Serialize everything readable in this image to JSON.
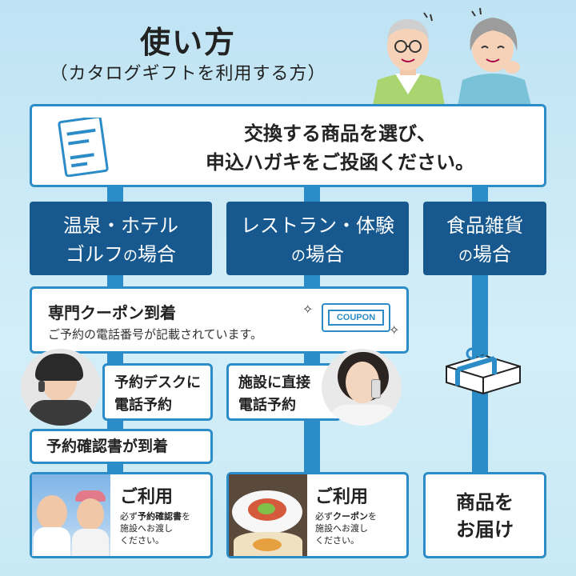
{
  "header": {
    "title": "使い方",
    "subtitle": "（カタログギフトを利用する方）"
  },
  "step1": {
    "line1": "交換する商品を選び、",
    "line2": "申込ハガキをご投函ください。"
  },
  "columns": [
    {
      "line1": "温泉・ホテル",
      "line2a": "ゴルフ",
      "line2b": "の",
      "line2c": "場合"
    },
    {
      "line1": "レストラン・体験",
      "line2a": "",
      "line2b": "の",
      "line2c": "場合"
    },
    {
      "line1": "食品雑貨",
      "line2a": "",
      "line2b": "の",
      "line2c": "場合"
    }
  ],
  "coupon": {
    "title": "専門クーポン到着",
    "subtitle": "ご予約の電話番号が記載されています。",
    "badge": "COUPON"
  },
  "reserve_desk": {
    "line1": "予約デスクに",
    "line2": "電話予約"
  },
  "reserve_facility": {
    "line1": "施設に直接",
    "line2": "電話予約"
  },
  "confirm": {
    "label": "予約確認書が到着"
  },
  "use_hotel": {
    "title": "ご利用",
    "note_pre": "必ず",
    "note_bold": "予約確認書",
    "note_post": "を",
    "note_line2": "施設へお渡し",
    "note_line3": "ください。"
  },
  "use_restaurant": {
    "title": "ご利用",
    "note_pre": "必ず",
    "note_bold": "クーポン",
    "note_post": "を",
    "note_line2": "施設へお渡し",
    "note_line3": "ください。"
  },
  "delivery": {
    "line1": "商品を",
    "line2": "お届け"
  },
  "colors": {
    "accent": "#2b8cc8",
    "dark": "#17598f",
    "bg": "#c7e9f5"
  }
}
